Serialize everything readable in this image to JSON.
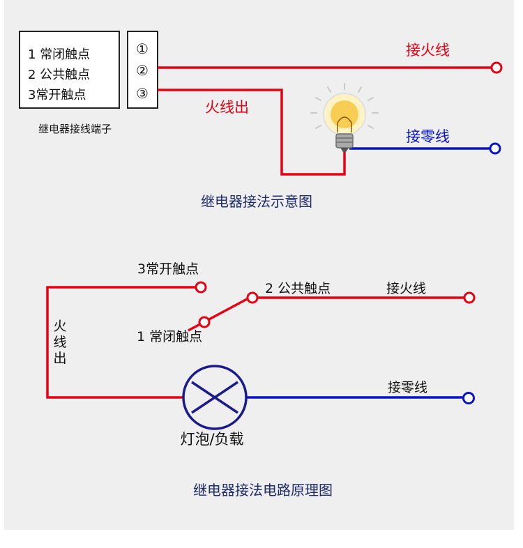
{
  "colors": {
    "background": "#efefef",
    "live_wire": "#e60012",
    "neutral_wire": "#0a14c8",
    "outline": "#222222",
    "caption": "#1f2a6b"
  },
  "top_diagram": {
    "terminal_labels": [
      "1 常闭触点",
      "2 公共触点",
      "3常开触点"
    ],
    "terminal_numbers": [
      "①",
      "②",
      "③"
    ],
    "terminal_caption": "继电器接线端子",
    "live_label": "接火线",
    "fire_out_label": "火线出",
    "neutral_label": "接零线",
    "bulb_icon": "light-bulb-icon",
    "caption": "继电器接法示意图"
  },
  "bottom_diagram": {
    "no_contact_label": "3常开触点",
    "common_contact_label": "2 公共触点",
    "nc_contact_label": "1 常闭触点",
    "live_label": "接火线",
    "fire_out_vertical": [
      "火",
      "线",
      "出"
    ],
    "neutral_label": "接零线",
    "lamp_label": "灯泡/负载",
    "caption": "继电器接法电路原理图"
  }
}
